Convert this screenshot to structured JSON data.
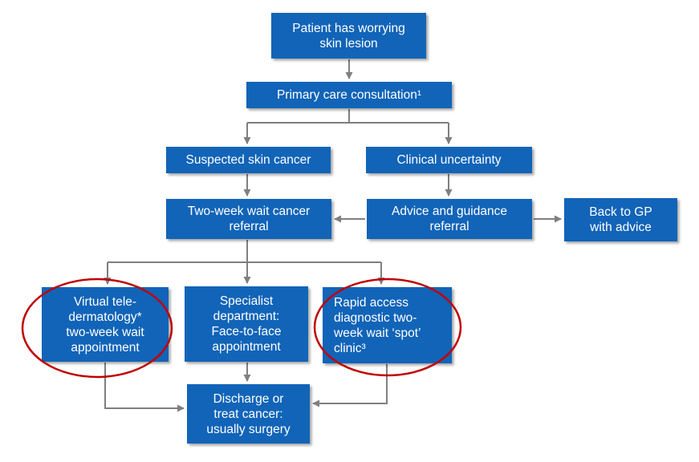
{
  "diagram": {
    "description": "Skin lesion referral pathway flowchart",
    "nodes": {
      "patient": {
        "label": "Patient has worrying\nskin lesion"
      },
      "primary": {
        "label": "Primary care consultation¹"
      },
      "suspected": {
        "label": "Suspected skin cancer"
      },
      "clinical": {
        "label": "Clinical uncertainty"
      },
      "twoweek": {
        "label": "Two-week wait cancer\nreferral"
      },
      "advice": {
        "label": "Advice and guidance\nreferral"
      },
      "backgp": {
        "label": "Back to GP\nwith advice"
      },
      "virtual": {
        "label": "Virtual tele-\ndermatology*\ntwo-week wait\nappointment"
      },
      "specialist": {
        "label": "Specialist\ndepartment:\nFace-to-face\nappointment"
      },
      "rapid": {
        "label": "Rapid access\ndiagnostic two-\nweek wait ‘spot’\nclinic³"
      },
      "discharge": {
        "label": "Discharge or\ntreat cancer:\nusually surgery"
      }
    },
    "edges": [
      "patient -> primary",
      "primary -> suspected",
      "primary -> clinical",
      "suspected -> twoweek",
      "clinical -> advice",
      "advice -> twoweek",
      "advice -> backgp",
      "twoweek -> virtual",
      "twoweek -> specialist",
      "twoweek -> rapid",
      "virtual -> discharge",
      "specialist -> discharge",
      "rapid -> discharge"
    ],
    "highlighted_nodes": [
      "virtual",
      "rapid"
    ],
    "colors": {
      "box_fill": "#1164b8",
      "box_text": "#ffffff",
      "arrow": "#7f7f7f",
      "highlight_ellipse": "#c00000",
      "background": "#ffffff"
    }
  }
}
